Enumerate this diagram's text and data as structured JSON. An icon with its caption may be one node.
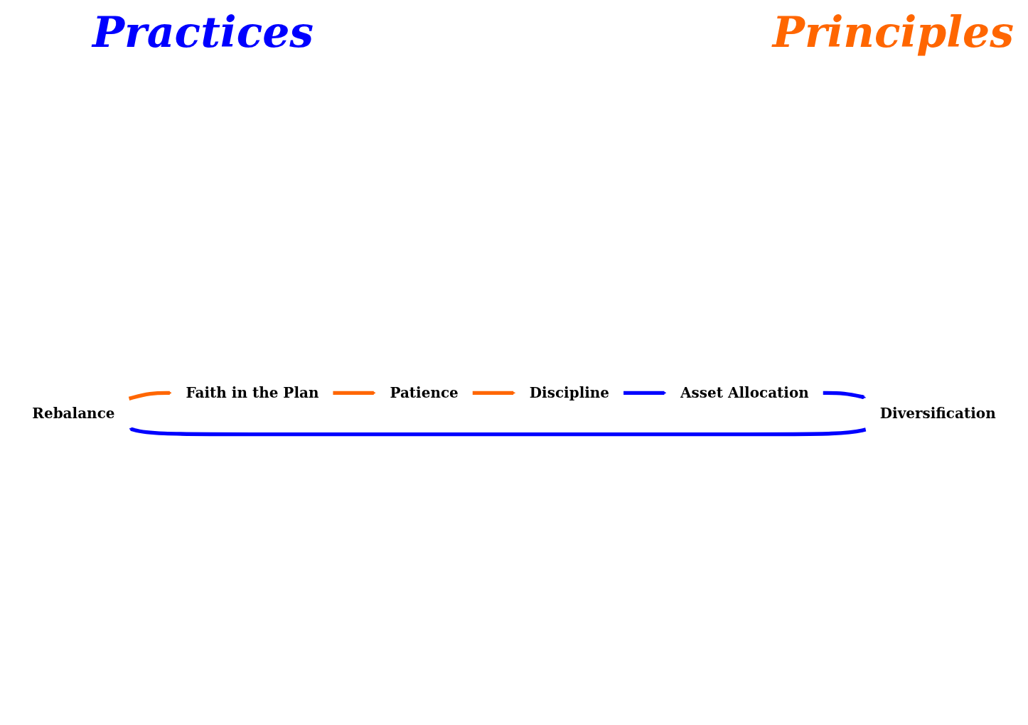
{
  "diagram": {
    "nodes": [
      {
        "text": [
          "Rebalance"
        ]
      },
      {
        "text": [
          "Faith in the Plan"
        ]
      },
      {
        "text": [
          "Patience"
        ]
      },
      {
        "text": [
          "Discipline"
        ]
      },
      {
        "text": [
          "Asset Allocation"
        ]
      },
      {
        "text": [
          "Diversification"
        ]
      }
    ],
    "edges": [
      {
        "from": 0,
        "to": 1,
        "arrow": "to",
        "color": "#ff6600"
      },
      {
        "from": 1,
        "to": 2,
        "arrow": "to",
        "color": "#ff6600"
      },
      {
        "from": 2,
        "to": 3,
        "arrow": "to",
        "color": "#ff6600"
      },
      {
        "from": 3,
        "to": 4,
        "arrow": "to",
        "color": "#0000ff"
      },
      {
        "from": 4,
        "to": 5,
        "arrow": "to",
        "color": "#0000ff"
      },
      {
        "from": 5,
        "to": 0,
        "arrow": "to",
        "color": "#0000ff"
      }
    ],
    "labels": [
      "Practices",
      "Principles"
    ]
  }
}
